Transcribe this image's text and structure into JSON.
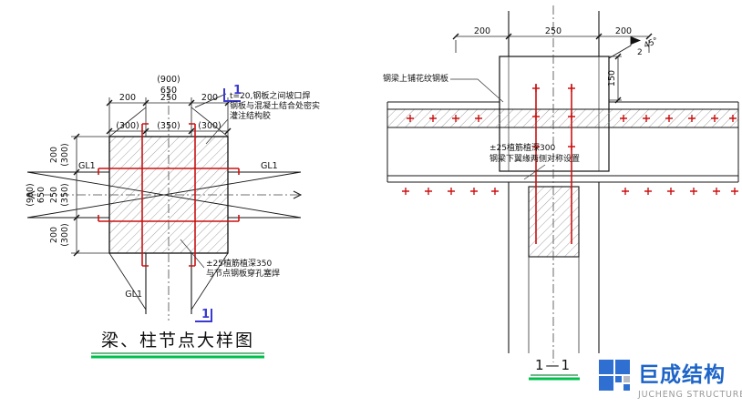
{
  "left_view": {
    "title": "梁、柱节点大样图",
    "top_dims": {
      "total_paren": "(900)",
      "total": "650",
      "segs": [
        "200",
        "250",
        "200"
      ],
      "segs_paren": [
        "(300)",
        "(350)",
        "(300)"
      ]
    },
    "left_dims": {
      "total_paren": "(900)",
      "total": "650",
      "segs": [
        "200",
        "250",
        "200"
      ],
      "segs_paren": [
        "(300)",
        "(350)",
        "(300)"
      ]
    },
    "beam_labels": {
      "left": "GL1",
      "right": "GL1",
      "bottom": "GL1"
    },
    "section_marker": "1",
    "note_right_lines": [
      "t=20,钢板之间坡口焊",
      "钢板与混凝土结合处密实",
      "灌注结构胶"
    ],
    "note_bottom_lines": [
      "±25植筋植深350",
      "与节点钢板穿孔塞焊"
    ]
  },
  "section_view": {
    "label": "1—1",
    "top_segs": [
      "200",
      "250",
      "200"
    ],
    "dim_150": "150",
    "weld": {
      "count": "2",
      "angle": "45°"
    },
    "note_plate": "钢梁上铺花纹钢板",
    "note_rebar_lines": [
      "±25植筋植深300",
      "钢梁下翼缘两侧对称设置"
    ]
  },
  "logo": {
    "name_cn": "巨成结构",
    "name_en": "JUCHENG STRUCTURE"
  },
  "colors": {
    "rebar_red": "#cc1111",
    "marker_blue": "#3a3ad0",
    "underline_green": "#00c04d",
    "underline_green_dark": "#1b8a42",
    "logo_blue": "#2f6fd2",
    "logo_gray": "#9a9a9a"
  }
}
